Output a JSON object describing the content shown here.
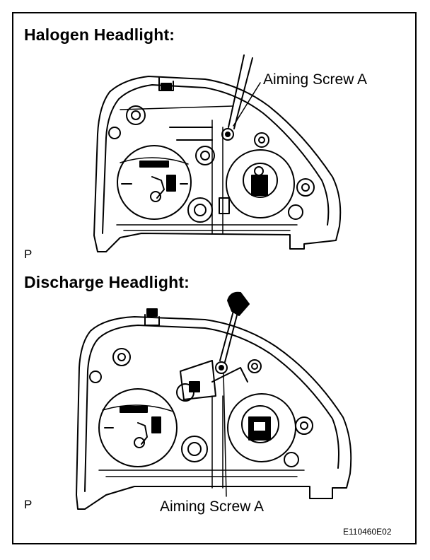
{
  "figure": {
    "sections": [
      {
        "title": "Halogen Headlight:",
        "callout": "Aiming Screw A",
        "view_label": "P"
      },
      {
        "title": "Discharge Headlight:",
        "callout": "Aiming Screw A",
        "view_label": "P"
      }
    ],
    "figure_id": "E110460E02"
  }
}
